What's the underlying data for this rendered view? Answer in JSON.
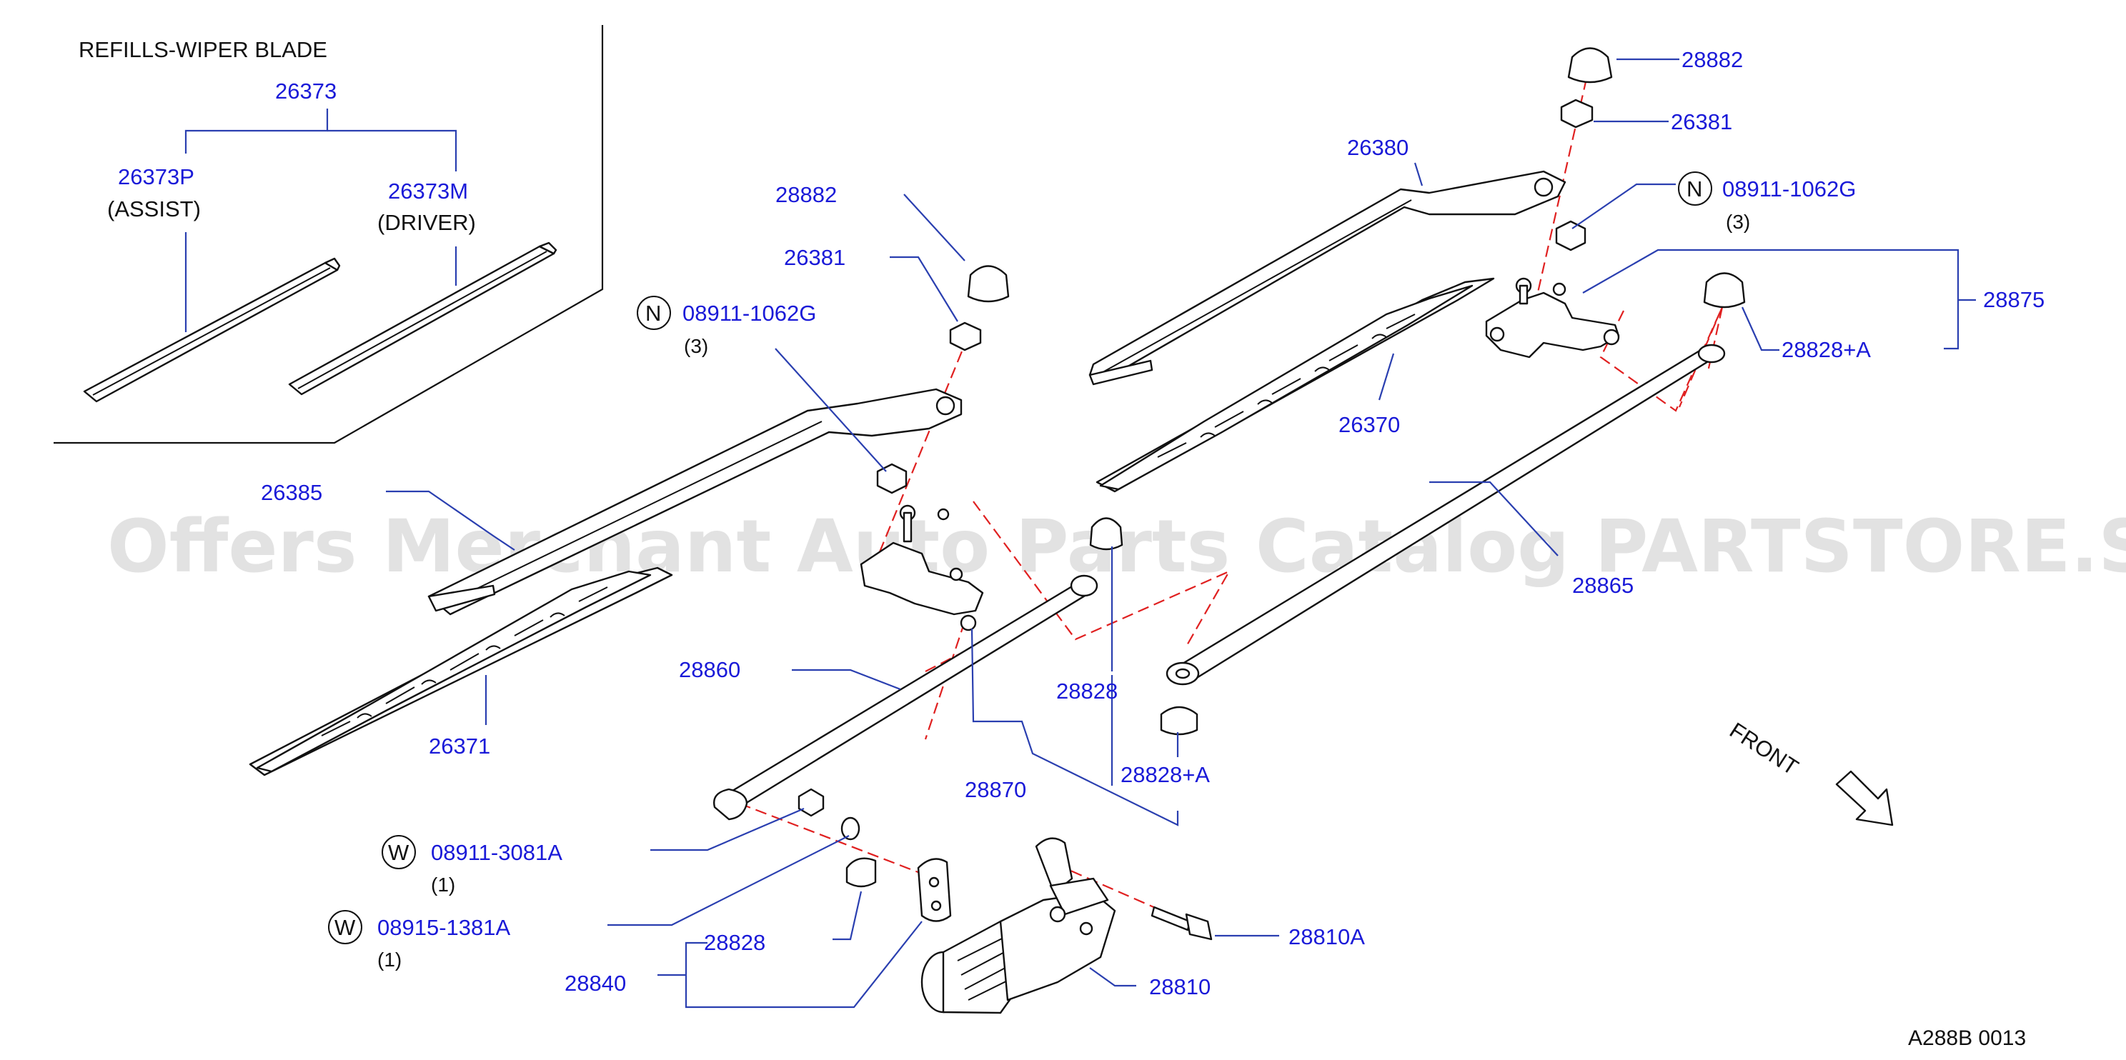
{
  "inset": {
    "title": "REFILLS-WIPER  BLADE",
    "parent_part": "26373",
    "assist_part": "26373P",
    "assist_note": "(ASSIST)",
    "driver_part": "26373M",
    "driver_note": "(DRIVER)"
  },
  "labels": {
    "p28882_top": "28882",
    "p26381_top": "26381",
    "p26380": "26380",
    "n08911_right": "08911-1062G",
    "n08911_right_qty": "(3)",
    "p28875": "28875",
    "p28828A_right": "28828+A",
    "p26370": "26370",
    "p28865": "28865",
    "p28882_mid": "28882",
    "p26381_mid": "26381",
    "n08911_left": "08911-1062G",
    "n08911_left_qty": "(3)",
    "p26385": "26385",
    "p28860": "28860",
    "p26371": "26371",
    "p28828_mid": "28828",
    "p28828A_mid": "28828+A",
    "p28870": "28870",
    "w08911": "08911-3081A",
    "w08911_qty": "(1)",
    "w08915": "08915-1381A",
    "w08915_qty": "(1)",
    "p28828_low": "28828",
    "p28840": "28840",
    "p28810A": "28810A",
    "p28810": "28810"
  },
  "badges": {
    "nut": "N",
    "washer": "W"
  },
  "front_label": "FRONT",
  "watermark": "Offers Merchant Auto Parts Catalog PARTSTORE.SA",
  "diagram_ref": "A288B  0013",
  "colors": {
    "label_blue": "#1a1ad8",
    "leader_blue": "#2a3fb0",
    "assembly_dash_red": "#e02020",
    "watermark_gray": "#d9d9d9"
  }
}
